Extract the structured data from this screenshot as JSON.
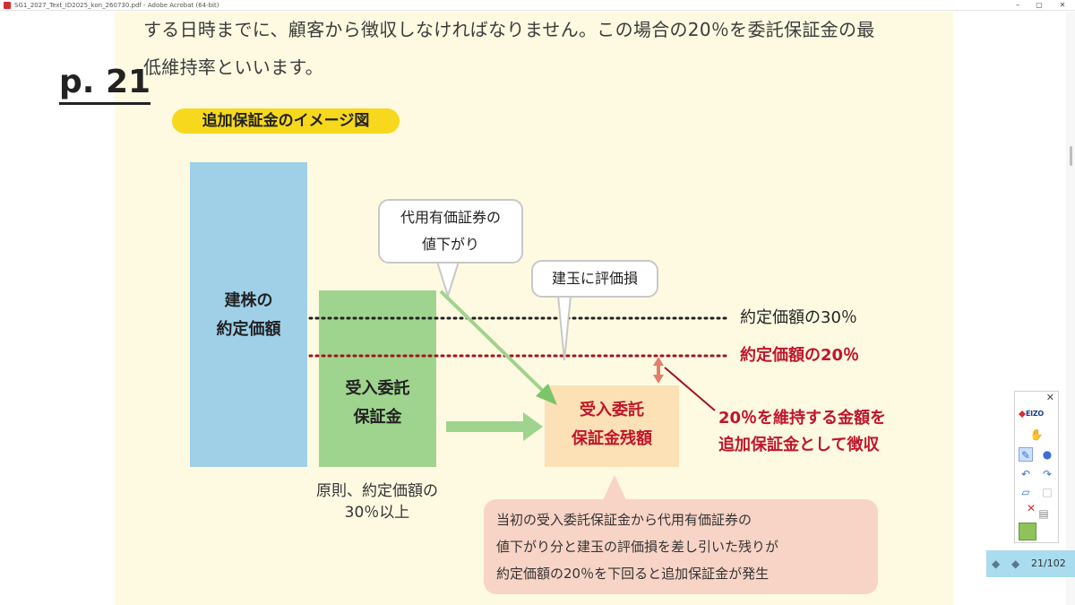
{
  "window": {
    "title": "SG1_2027_Text_ID2025_kon_260730.pdf - Adobe Acrobat (64-bit)",
    "controls": {
      "minimize": "–",
      "maximize": "▢",
      "close": "✕"
    }
  },
  "document": {
    "body_lines": [
      "する日時までに、顧客から徴収しなければなりません。この場合の20％を委託保証金の最",
      "低維持率といいます。"
    ],
    "page_tag": "p. 21",
    "figure_label": "追加保証金のイメージ図",
    "blue_bar_label": [
      "建株の",
      "約定価額"
    ],
    "green_bar_label": [
      "受入委託",
      "保証金"
    ],
    "green_bar_note": [
      "原則、約定価額の",
      "30％以上"
    ],
    "remaining_box_label": [
      "受入委託",
      "保証金残額"
    ],
    "callout_1": [
      "代用有価証券の",
      "値下がり"
    ],
    "callout_2": "建玉に評価損",
    "line_30_label": "約定価額の30％",
    "line_20_label": "約定価額の20％",
    "red_note": [
      "20％を維持する金額を",
      "追加保証金として徴収"
    ],
    "pink_box_lines": [
      "当初の受入委託保証金から代用有価証券の",
      "値下がり分と建玉の評価損を差し引いた残りが",
      "約定価額の20％を下回ると追加保証金が発生"
    ]
  },
  "colors": {
    "page_background": "#fdfae1",
    "blue_bar": "#9fd0e8",
    "green_bar": "#9fd48e",
    "remaining_box": "#fbe1b5",
    "label_yellow": "#f7d81c",
    "accent_red": "#c0152a",
    "pink_box": "#f8d4c6"
  },
  "tool_panel": {
    "close": "✕",
    "logo": "EIZO",
    "tools": [
      "hand-icon",
      "pen-icon",
      "dot-icon",
      "undo-icon",
      "redo-icon",
      "eraser-icon",
      "square-icon",
      "clear-icon",
      "clear-page-icon",
      "app-icon"
    ]
  },
  "page_indicator": {
    "text": "21/102",
    "icons": [
      "prev-page-icon",
      "next-page-icon"
    ]
  }
}
